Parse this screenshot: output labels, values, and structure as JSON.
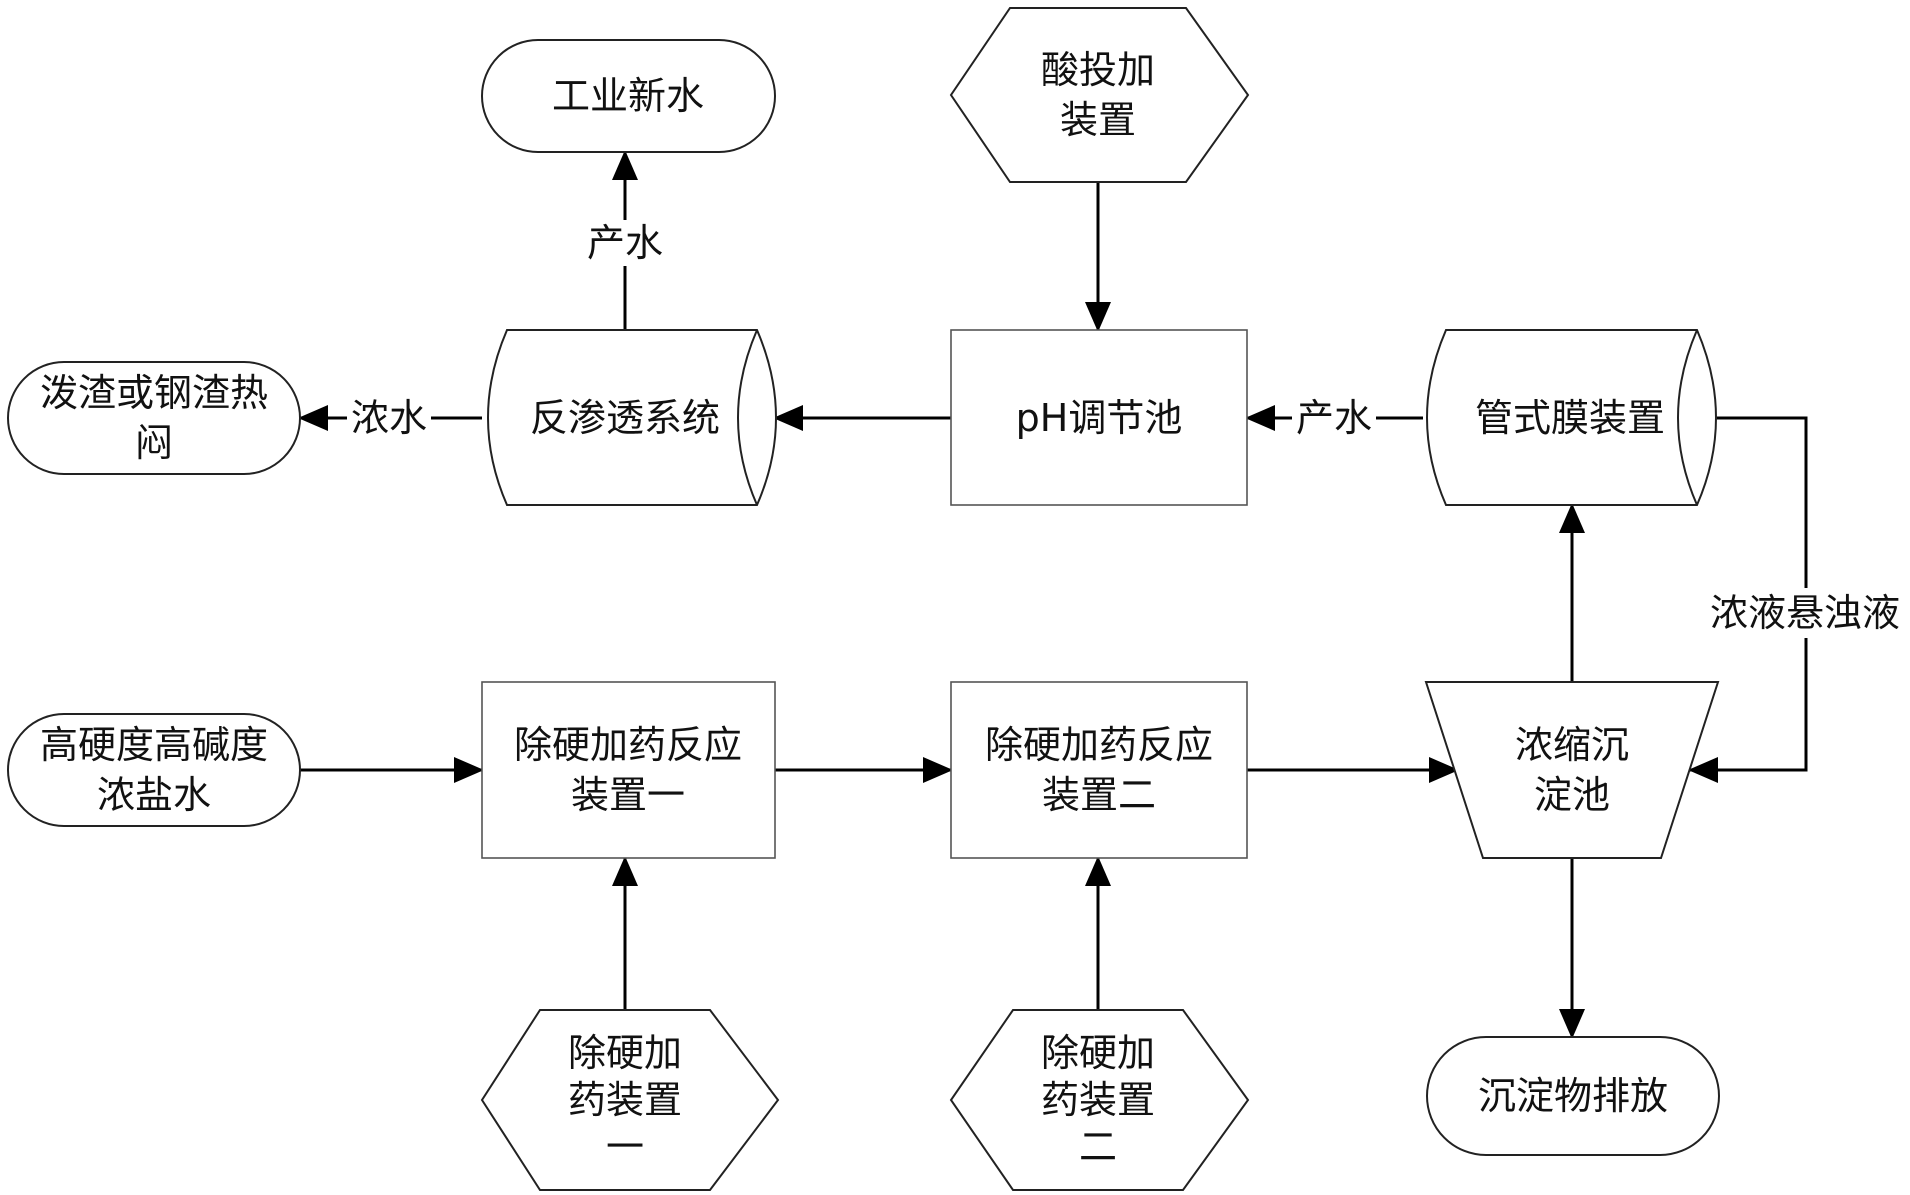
{
  "nodes": {
    "industrial_water": {
      "lines": [
        "工业新水"
      ]
    },
    "acid_dosing": {
      "lines": [
        "酸投加",
        "装置"
      ]
    },
    "slag_quench": {
      "lines": [
        "泼渣或钢渣热",
        "闷"
      ]
    },
    "ro_system": {
      "lines": [
        "反渗透系统"
      ]
    },
    "ph_tank": {
      "lines": [
        "pH调节池"
      ]
    },
    "tubular_membrane": {
      "lines": [
        "管式膜装置"
      ]
    },
    "raw_brine": {
      "lines": [
        "高硬度高碱度",
        "浓盐水"
      ]
    },
    "reactor_1": {
      "lines": [
        "除硬加药反应",
        "装置一"
      ]
    },
    "reactor_2": {
      "lines": [
        "除硬加药反应",
        "装置二"
      ]
    },
    "thickener": {
      "lines": [
        "浓缩沉",
        "淀池"
      ]
    },
    "doser_1": {
      "lines": [
        "除硬加",
        "药装置",
        "一"
      ]
    },
    "doser_2": {
      "lines": [
        "除硬加",
        "药装置",
        "二"
      ]
    },
    "sediment_discharge": {
      "lines": [
        "沉淀物排放"
      ]
    }
  },
  "edges": {
    "ro_product": "产水",
    "ro_concentrate": "浓水",
    "membrane_product": "产水",
    "membrane_concentrate": "浓液悬浊液"
  }
}
